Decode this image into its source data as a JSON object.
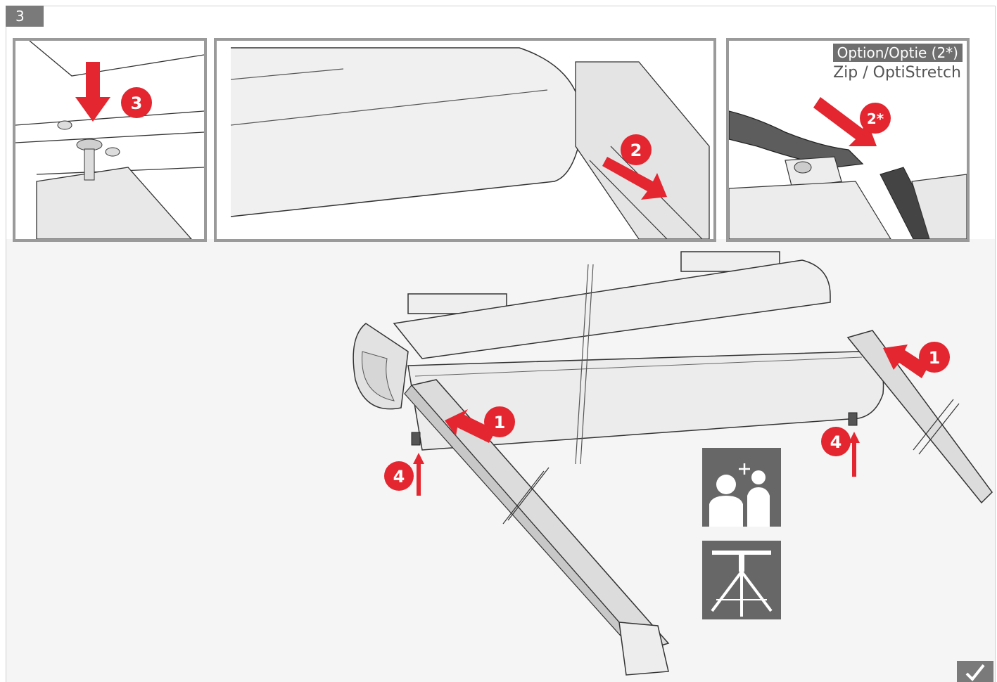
{
  "step": {
    "number": "3"
  },
  "option_panel": {
    "title": "Option/Optie (2*)",
    "subtitle": "Zip / OptiStretch"
  },
  "badges": {
    "b1": "1",
    "b2": "2",
    "b2s": "2*",
    "b3": "3",
    "b4": "4"
  },
  "colors": {
    "accent": "#e3262f",
    "panel_border": "#9a9a9a",
    "pictogram_bg": "#676767",
    "canvas_bg": "#f5f5f5"
  },
  "icons": {
    "two_persons": "two-installers-icon",
    "support_stand": "support-stand-icon",
    "done": "checkmark-icon"
  }
}
